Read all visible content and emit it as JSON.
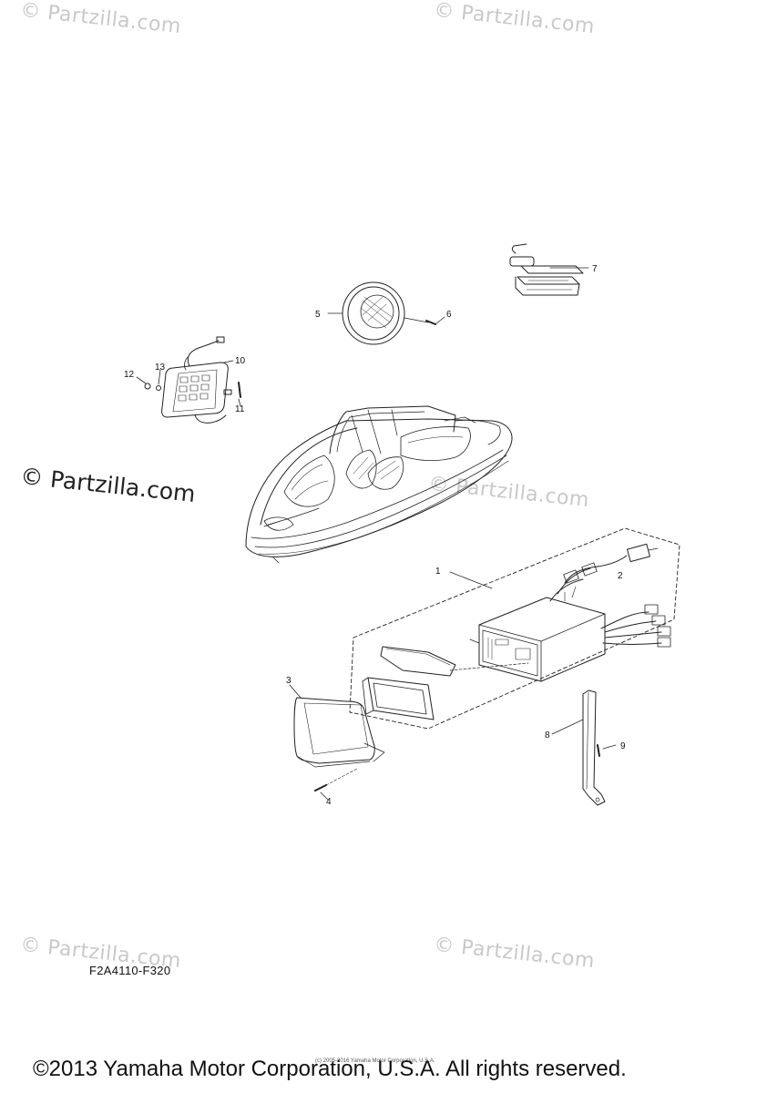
{
  "watermark": {
    "text": "© Partzilla.com",
    "faint": [
      "© Partzilla.com",
      "© Partzilla.com",
      "© Partzilla.com",
      "© Partzilla.com",
      "© Partzilla.com"
    ]
  },
  "callouts": {
    "c1": "1",
    "c2": "2",
    "c3": "3",
    "c4": "4",
    "c5": "5",
    "c6": "6",
    "c7": "7",
    "c8": "8",
    "c9": "9",
    "c10": "10",
    "c11": "11",
    "c12": "12",
    "c13": "13"
  },
  "diagram_code": "F2A4110-F320",
  "copyright": "©2013 Yamaha Motor Corporation, U.S.A. All rights reserved.",
  "tiny_copyright": "(c) 2005-2016 Yamaha Motor Corporation, U.S.A."
}
